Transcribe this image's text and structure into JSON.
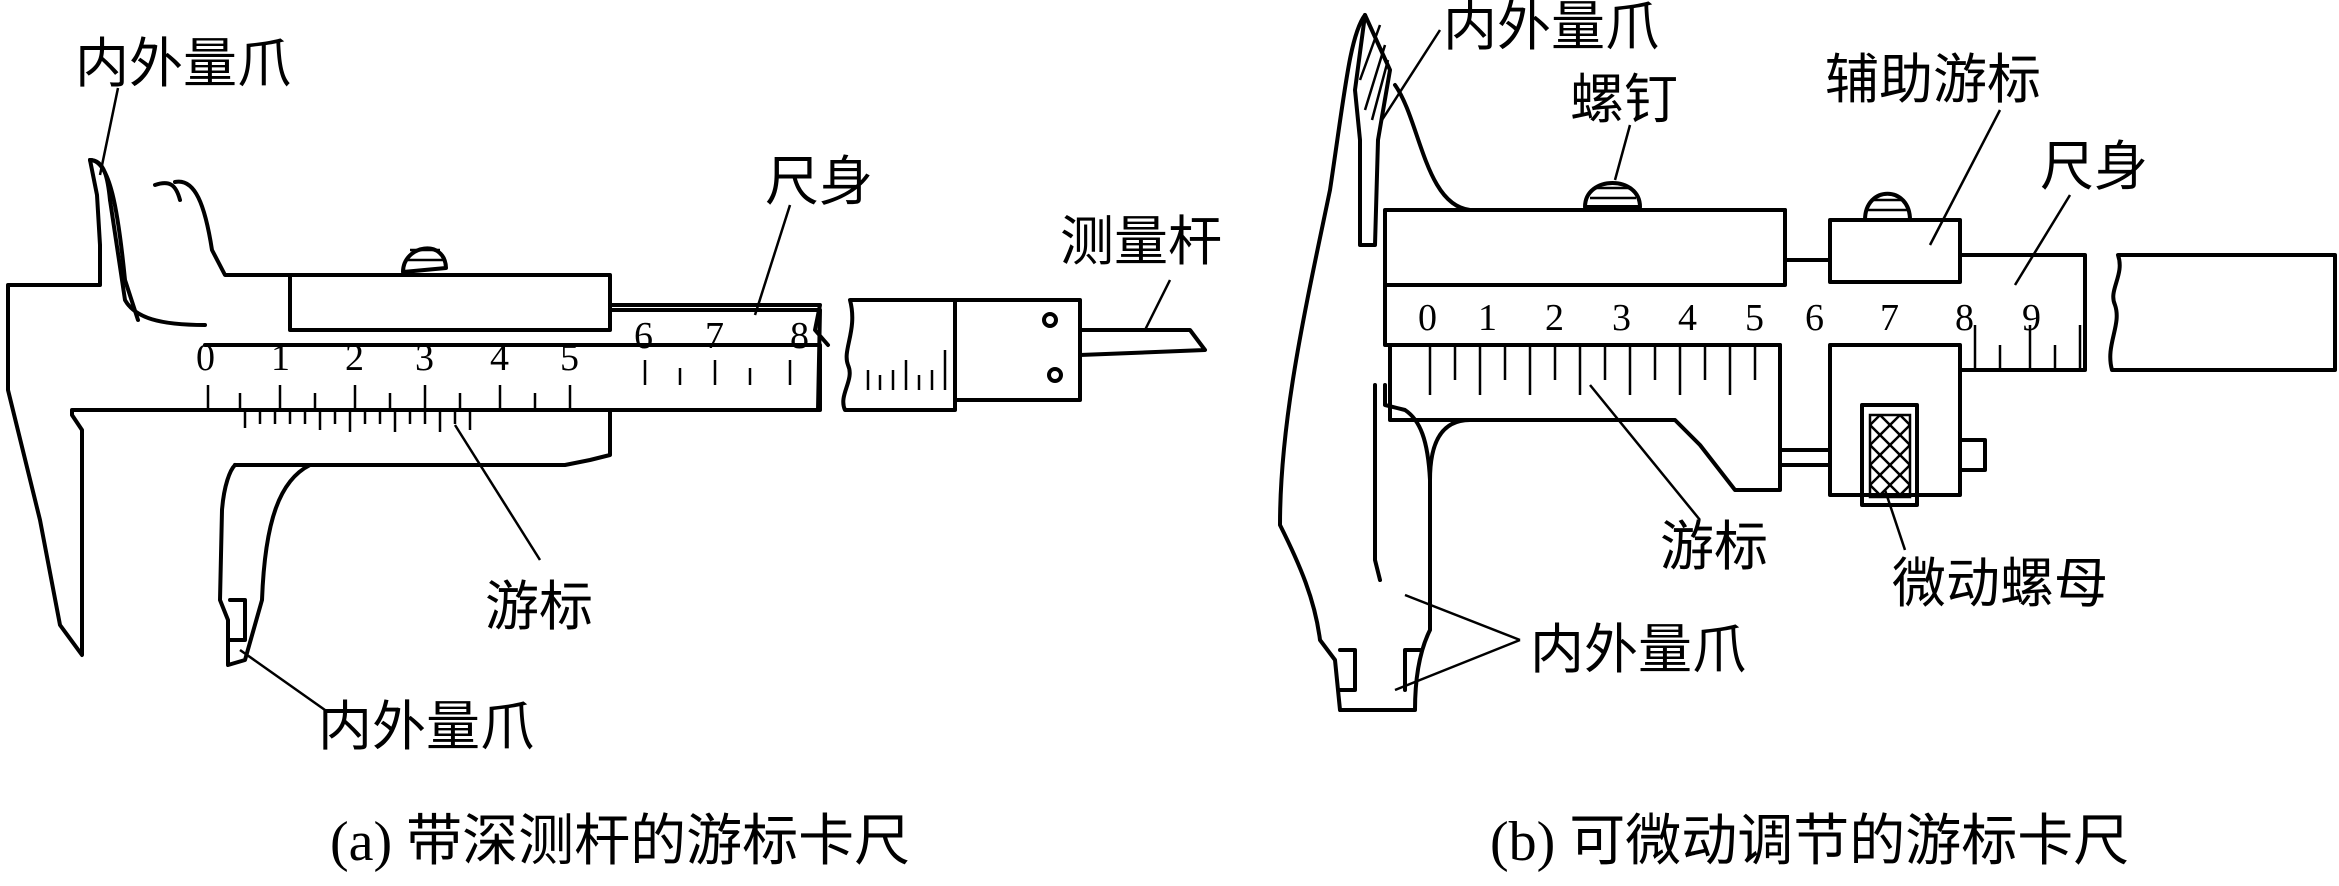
{
  "figure_a": {
    "caption": "(a) 带深测杆的游标卡尺",
    "labels": {
      "jaw_top": "内外量爪",
      "jaw_bottom": "内外量爪",
      "ruler_body": "尺身",
      "depth_rod": "测量杆",
      "vernier": "游标"
    },
    "scale_numbers": [
      "0",
      "1",
      "2",
      "3",
      "4",
      "5",
      "6",
      "7",
      "8"
    ]
  },
  "figure_b": {
    "caption": "(b) 可微动调节的游标卡尺",
    "labels": {
      "jaw_top": "内外量爪",
      "screw": "螺钉",
      "aux_vernier": "辅助游标",
      "ruler_body": "尺身",
      "vernier": "游标",
      "fine_nut": "微动螺母",
      "jaw_bottom": "内外量爪"
    },
    "scale_numbers": [
      "0",
      "1",
      "2",
      "3",
      "4",
      "5",
      "6",
      "7",
      "8",
      "9"
    ]
  }
}
